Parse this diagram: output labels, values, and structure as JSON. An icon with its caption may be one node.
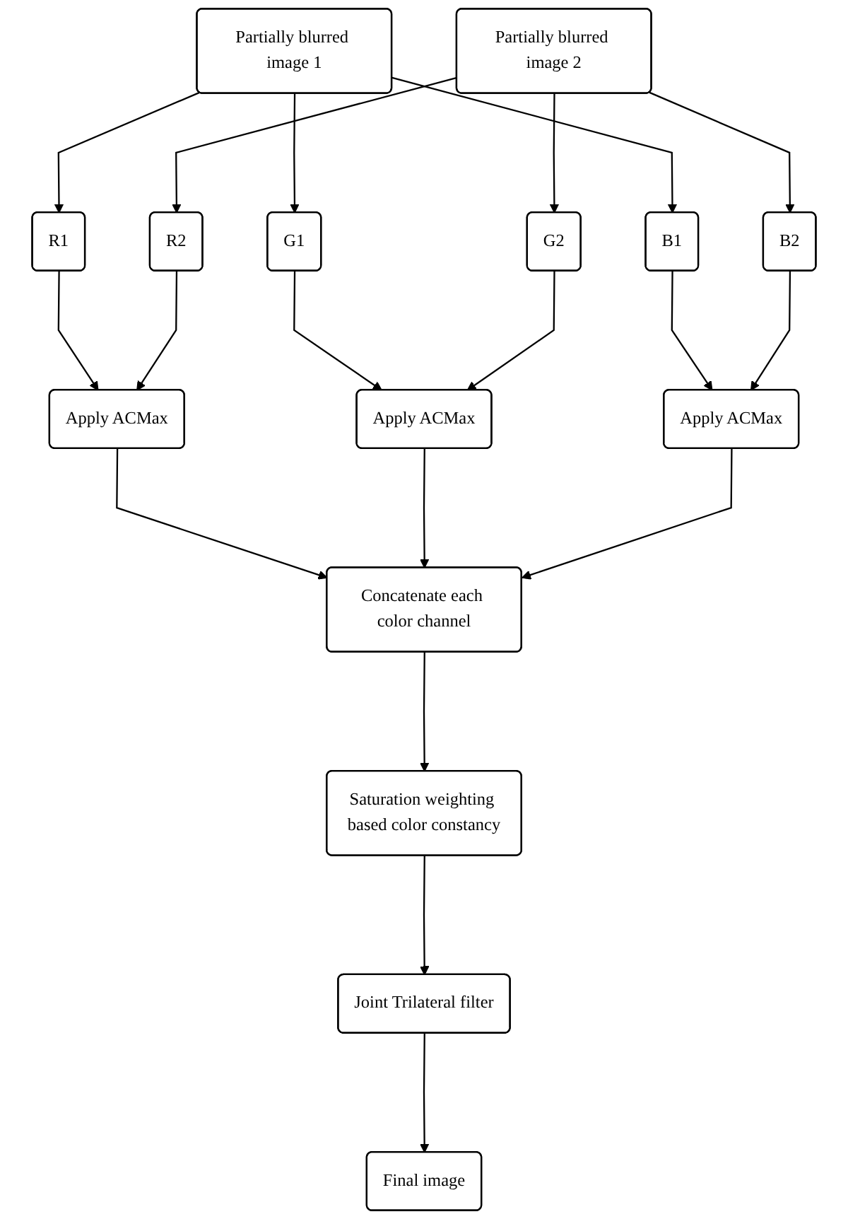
{
  "diagram": {
    "nodes": [
      {
        "text": [
          "Partially blurred image 1"
        ]
      },
      {
        "text": [
          "Partially blurred image 2"
        ]
      },
      {
        "text": [
          "R1"
        ]
      },
      {
        "text": [
          "G1"
        ]
      },
      {
        "text": [
          "B1"
        ]
      },
      {
        "text": [
          "R2"
        ]
      },
      {
        "text": [
          "G2"
        ]
      },
      {
        "text": [
          "B2"
        ]
      },
      {
        "text": [
          "Apply ACMax"
        ]
      },
      {
        "text": [
          "Apply ACMax"
        ]
      },
      {
        "text": [
          "Apply ACMax"
        ]
      },
      {
        "text": [
          "Concatenate each color channel"
        ]
      },
      {
        "text": [
          "Saturation weighting based color constancy"
        ]
      },
      {
        "text": [
          "Joint Trilateral filter"
        ]
      },
      {
        "text": [
          "Final image"
        ]
      }
    ],
    "edges": [
      {
        "from": 0,
        "to": 2,
        "arrow": "to"
      },
      {
        "from": 0,
        "to": 3,
        "arrow": "to"
      },
      {
        "from": 0,
        "to": 4,
        "arrow": "to"
      },
      {
        "from": 1,
        "to": 5,
        "arrow": "to"
      },
      {
        "from": 1,
        "to": 6,
        "arrow": "to"
      },
      {
        "from": 1,
        "to": 7,
        "arrow": "to"
      },
      {
        "from": 2,
        "to": 8,
        "arrow": "to"
      },
      {
        "from": 5,
        "to": 8,
        "arrow": "to"
      },
      {
        "from": 3,
        "to": 9,
        "arrow": "to"
      },
      {
        "from": 6,
        "to": 9,
        "arrow": "to"
      },
      {
        "from": 4,
        "to": 10,
        "arrow": "to"
      },
      {
        "from": 7,
        "to": 10,
        "arrow": "to"
      },
      {
        "from": 8,
        "to": 11,
        "arrow": "to"
      },
      {
        "from": 9,
        "to": 11,
        "arrow": "to"
      },
      {
        "from": 10,
        "to": 11,
        "arrow": "to"
      },
      {
        "from": 11,
        "to": 12,
        "arrow": "to"
      },
      {
        "from": 12,
        "to": 13,
        "arrow": "to"
      },
      {
        "from": 13,
        "to": 14,
        "arrow": "to"
      }
    ]
  }
}
